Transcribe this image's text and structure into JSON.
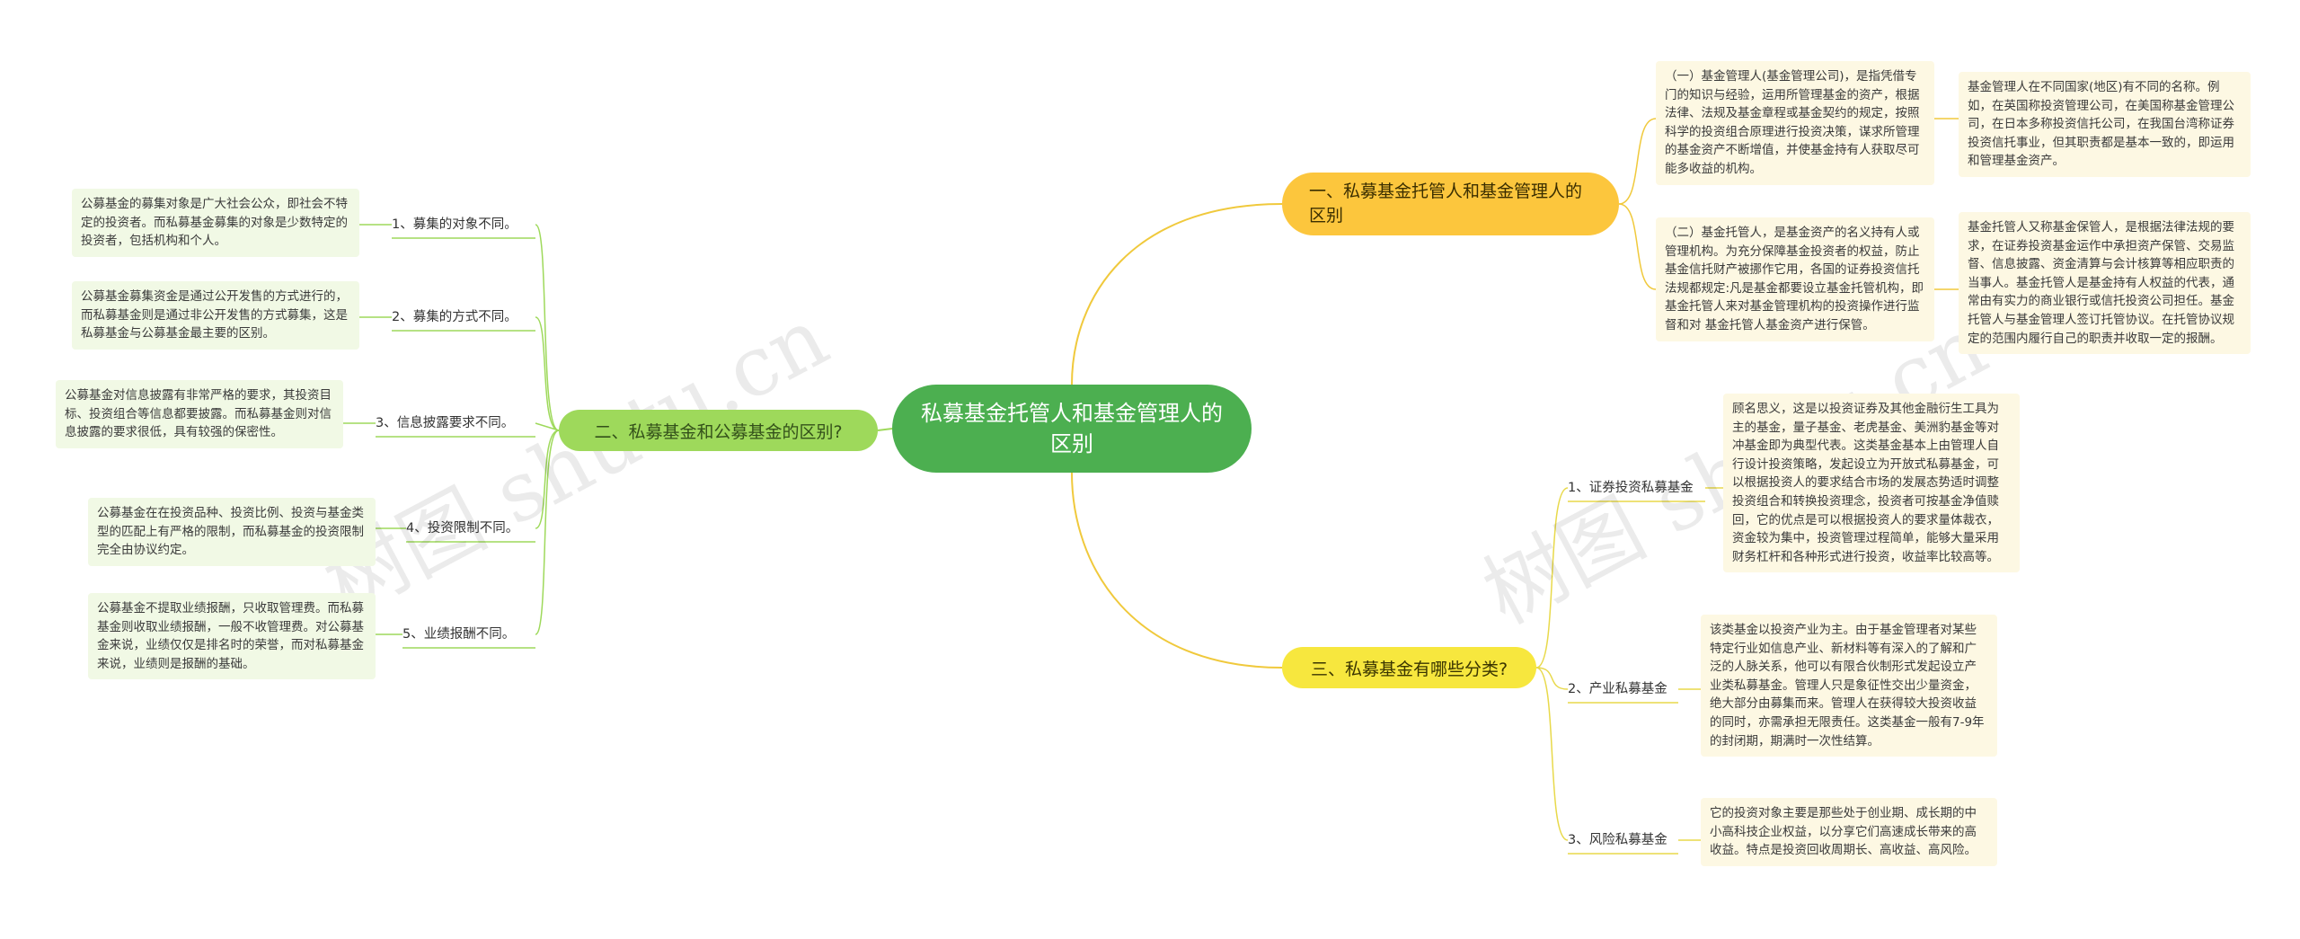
{
  "root": "私募基金托管人和基金管理人的区别",
  "branch1": {
    "title": "一、私募基金托管人和基金管理人的区别",
    "items": [
      {
        "text": "（一）基金管理人(基金管理公司)，是指凭借专门的知识与经验，运用所管理基金的资产，根据法律、法规及基金章程或基金契约的规定，按照科学的投资组合原理进行投资决策，谋求所管理的基金资产不断增值，并使基金持有人获取尽可能多收益的机构。",
        "note": "基金管理人在不同国家(地区)有不同的名称。例如，在英国称投资管理公司，在美国称基金管理公司，在日本多称投资信托公司，在我国台湾称证券投资信托事业，但其职责都是基本一致的，即运用和管理基金资产。"
      },
      {
        "text": "（二）基金托管人，是基金资产的名义持有人或管理机构。为充分保障基金投资者的权益，防止基金信托财产被挪作它用，各国的证券投资信托法规都规定:凡是基金都要设立基金托管机构，即基金托管人来对基金管理机构的投资操作进行监督和对 基金托管人基金资产进行保管。",
        "note": "基金托管人又称基金保管人，是根据法律法规的要求，在证券投资基金运作中承担资产保管、交易监督、信息披露、资金清算与会计核算等相应职责的当事人。基金托管人是基金持有人权益的代表，通常由有实力的商业银行或信托投资公司担任。基金托管人与基金管理人签订托管协议。在托管协议规定的范围内履行自己的职责并收取一定的报酬。"
      }
    ]
  },
  "branch2": {
    "title": "二、私募基金和公募基金的区别?",
    "items": [
      {
        "label": "1、募集的对象不同。",
        "note": "公募基金的募集对象是广大社会公众，即社会不特定的投资者。而私募基金募集的对象是少数特定的投资者，包括机构和个人。"
      },
      {
        "label": "2、募集的方式不同。",
        "note": "公募基金募集资金是通过公开发售的方式进行的，而私募基金则是通过非公开发售的方式募集，这是私募基金与公募基金最主要的区别。"
      },
      {
        "label": "3、信息披露要求不同。",
        "note": "公募基金对信息披露有非常严格的要求，其投资目标、投资组合等信息都要披露。而私募基金则对信息披露的要求很低，具有较强的保密性。"
      },
      {
        "label": "4、投资限制不同。",
        "note": "公募基金在在投资品种、投资比例、投资与基金类型的匹配上有严格的限制，而私募基金的投资限制完全由协议约定。"
      },
      {
        "label": "5、业绩报酬不同。",
        "note": "公募基金不提取业绩报酬，只收取管理费。而私募基金则收取业绩报酬，一般不收管理费。对公募基金来说，业绩仅仅是排名时的荣誉，而对私募基金来说，业绩则是报酬的基础。"
      }
    ]
  },
  "branch3": {
    "title": "三、私募基金有哪些分类?",
    "items": [
      {
        "label": "1、证券投资私募基金",
        "note": "顾名思义，这是以投资证券及其他金融衍生工具为主的基金，量子基金、老虎基金、美洲豹基金等对冲基金即为典型代表。这类基金基本上由管理人自行设计投资策略，发起设立为开放式私募基金，可以根据投资人的要求结合市场的发展态势适时调整投资组合和转换投资理念，投资者可按基金净值赎回，它的优点是可以根据投资人的要求量体裁衣，资金较为集中，投资管理过程简单，能够大量采用财务杠杆和各种形式进行投资，收益率比较高等。"
      },
      {
        "label": "2、产业私募基金",
        "note": "该类基金以投资产业为主。由于基金管理者对某些特定行业如信息产业、新材料等有深入的了解和广泛的人脉关系，他可以有限合伙制形式发起设立产业类私募基金。管理人只是象征性交出少量资金，绝大部分由募集而来。管理人在获得较大投资收益的同时，亦需承担无限责任。这类基金一般有7-9年的封闭期，期满时一次性结算。"
      },
      {
        "label": "3、风险私募基金",
        "note": "它的投资对象主要是那些处于创业期、成长期的中小高科技企业权益，以分享它们高速成长带来的高收益。特点是投资回收周期长、高收益、高风险。"
      }
    ]
  },
  "watermarks": [
    "树图 shutu.cn",
    "树图 shutu.cn"
  ],
  "colors": {
    "root": "#4caf50",
    "branch1": "#fcc63d",
    "branch2": "#9ed95b",
    "branch3": "#f7e73e",
    "line1": "#f0c93c",
    "line2": "#9ed95b",
    "line3": "#e8d94a"
  }
}
